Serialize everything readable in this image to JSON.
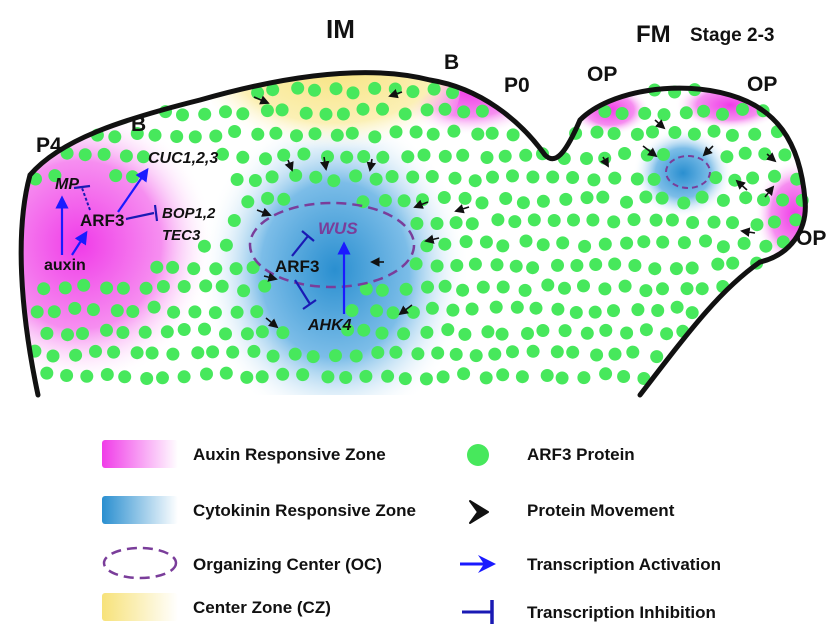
{
  "labels": {
    "im": "IM",
    "fm": "FM",
    "stage": "Stage 2-3",
    "p4": "P4",
    "b_left": "B",
    "b_right": "B",
    "p0": "P0",
    "op_1": "OP",
    "op_2": "OP",
    "op_3": "OP"
  },
  "genes": {
    "mp": "MP",
    "arf3_left": "ARF3",
    "auxin": "auxin",
    "cuc": "CUC1,2,3",
    "bop": "BOP1,2",
    "tec3": "TEC3",
    "wus": "WUS",
    "arf3_center": "ARF3",
    "ahk4": "AHK4"
  },
  "legend": {
    "auxin_zone": "Auxin Responsive Zone",
    "cytokinin_zone": "Cytokinin Responsive Zone",
    "oc": "Organizing Center (OC)",
    "cz": "Center Zone (CZ)",
    "arf3_protein": "ARF3 Protein",
    "movement": "Protein Movement",
    "activation": "Transcription Activation",
    "inhibition": "Transcription Inhibition"
  },
  "colors": {
    "auxin": "#f03ce8",
    "cytokinin": "#2a8fd0",
    "center_zone": "#f7e27a",
    "arf3_protein": "#47e85c",
    "oc_outline": "#7a3d9a",
    "activation": "#1a1aff",
    "inhibition": "#1a1ab4",
    "movement": "#111111",
    "outline": "#111111"
  }
}
